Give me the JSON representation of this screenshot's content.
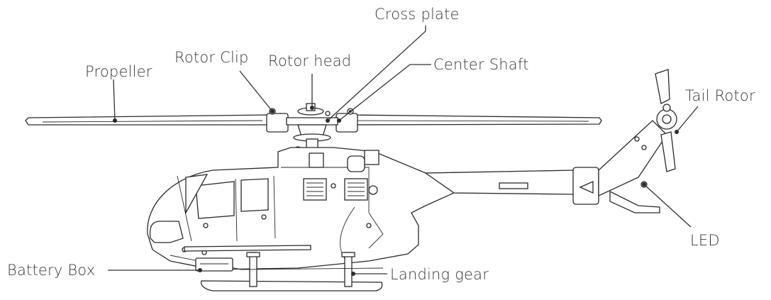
{
  "labels": {
    "propeller": "Propeller",
    "rotor_clip": "Rotor Clip",
    "rotor_head": "Rotor head",
    "cross_plate": "Cross plate",
    "center_shaft": "Center Shaft",
    "tail_rotor": "Tail Rotor",
    "led": "LED",
    "battery_box": "Battery Box",
    "landing_gear": "Landing gear"
  }
}
